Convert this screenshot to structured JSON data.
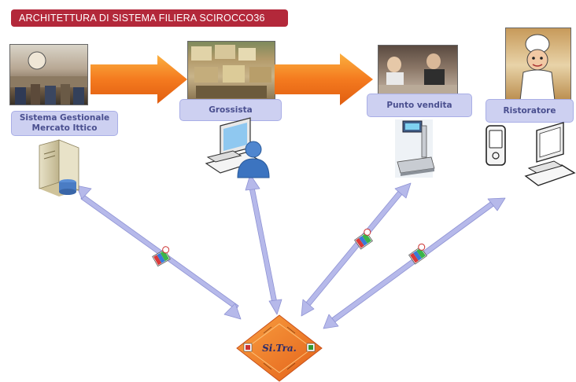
{
  "title": "ARCHITETTURA DI SISTEMA FILIERA SCIROCCO36",
  "nodes": {
    "mercato": {
      "label_line1": "Sistema Gestionale",
      "label_line2": "Mercato Ittico"
    },
    "grossista": {
      "label": "Grossista"
    },
    "punto_vendita": {
      "label": "Punto vendita"
    },
    "ristoratore": {
      "label": "Ristoratore"
    }
  },
  "hub": {
    "label": "Si.Tra."
  },
  "colors": {
    "title_bg": "#b3283a",
    "label_bg": "#cdd0f1",
    "label_text": "#4a4f8f",
    "flow_arrow": "#f7831f",
    "link_arrow": "#b6b9ea",
    "hub": "#f0772a"
  },
  "icons": [
    "server-icon",
    "user-computer-icon",
    "scale-icon",
    "handheld-icon",
    "computer-icon",
    "colorful-connector-icon"
  ]
}
